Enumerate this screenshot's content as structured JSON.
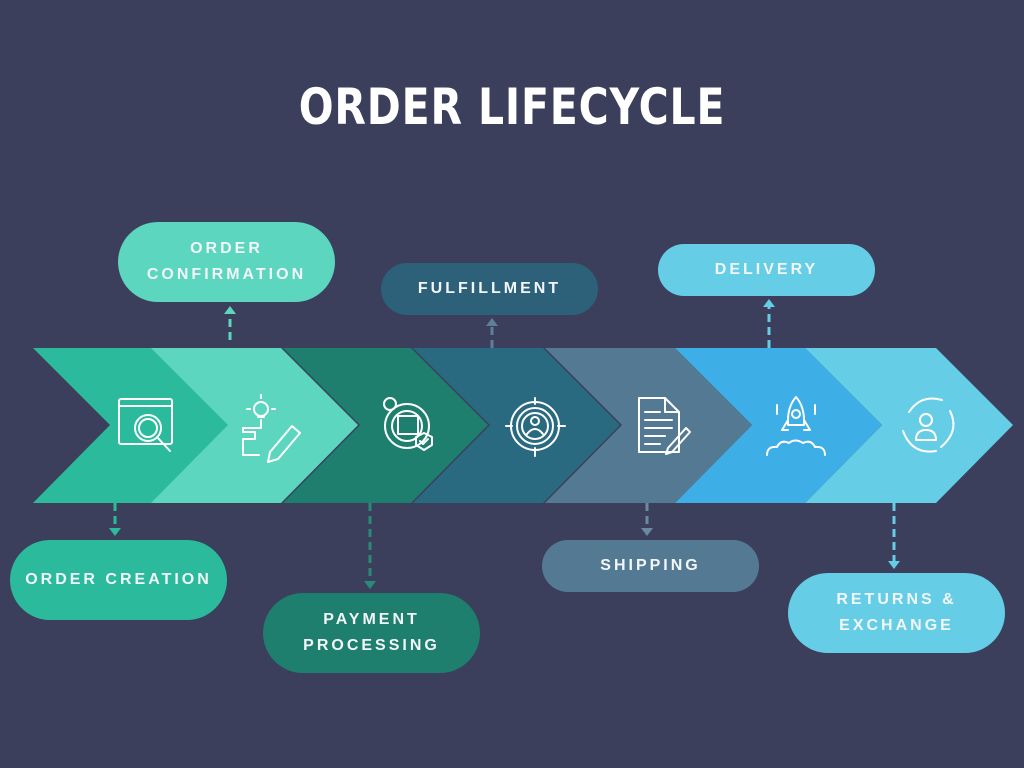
{
  "title": "ORDER LIFECYCLE",
  "colors": {
    "background": "#3b3f5c",
    "text": "#ffffff"
  },
  "stages": [
    {
      "label_lines": [
        "ORDER CREATION"
      ],
      "color": "#2bbb9c",
      "icon": "browser-search-icon",
      "position": "below"
    },
    {
      "label_lines": [
        "ORDER",
        "CONFIRMATION"
      ],
      "color": "#5dd6c0",
      "icon": "lightbulb-pencil-icon",
      "position": "above"
    },
    {
      "label_lines": [
        "PAYMENT",
        "PROCESSING"
      ],
      "color": "#1e7f6e",
      "icon": "gear-package-icon",
      "position": "below"
    },
    {
      "label_lines": [
        "FULFILLMENT"
      ],
      "color": "#2a6a80",
      "icon": "target-user-icon",
      "position": "above"
    },
    {
      "label_lines": [
        "SHIPPING"
      ],
      "color": "#547a93",
      "icon": "document-pen-icon",
      "position": "below"
    },
    {
      "label_lines": [
        "DELIVERY"
      ],
      "color": "#3daee6",
      "icon": "rocket-icon",
      "position": "above"
    },
    {
      "label_lines": [
        "RETURNS &",
        "EXCHANGE"
      ],
      "color": "#65cde6",
      "icon": "cycle-user-icon",
      "position": "below"
    }
  ]
}
